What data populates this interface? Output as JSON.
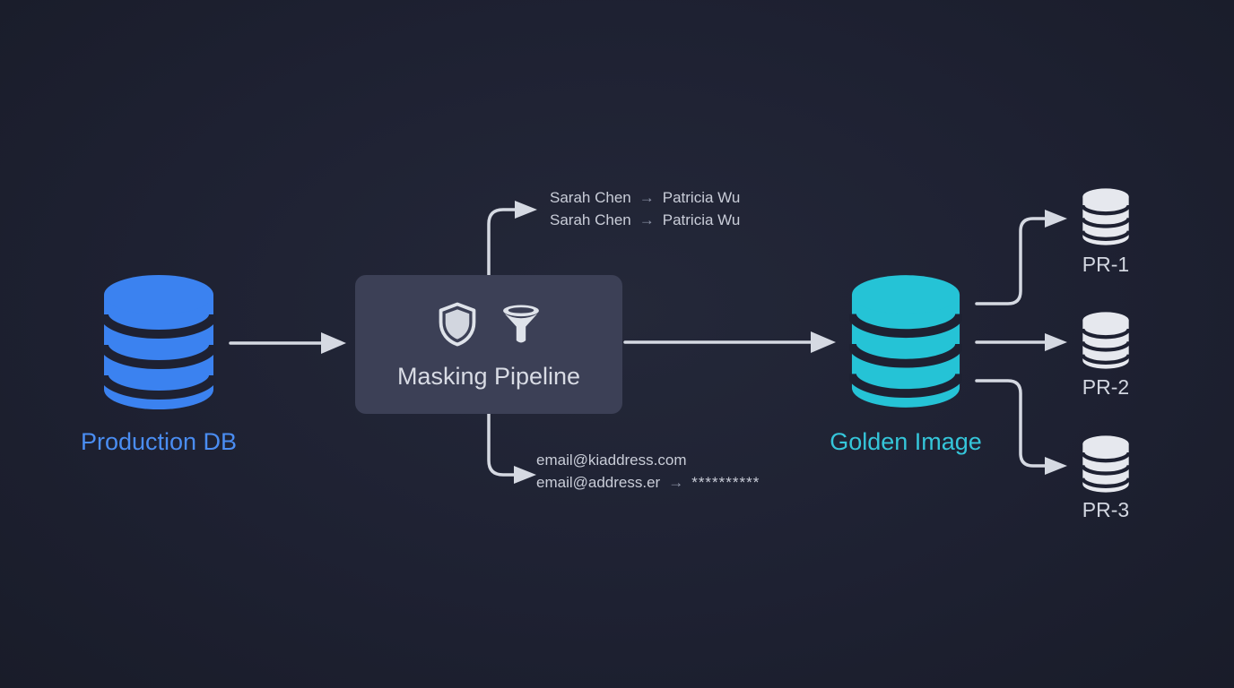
{
  "colors": {
    "background": "#1e2132",
    "production_db": "#3b82f0",
    "production_label": "#4a8df2",
    "golden_image": "#25c3d6",
    "golden_label": "#35c6da",
    "pipeline_box": "#3c4056",
    "replica_db": "#e6e8ee",
    "arrow": "#d5d9e2",
    "annotation_text": "#c9cdd8"
  },
  "nodes": {
    "production": {
      "label": "Production DB"
    },
    "pipeline": {
      "label": "Masking Pipeline"
    },
    "golden": {
      "label": "Golden Image"
    },
    "replicas": [
      {
        "label": "PR-1"
      },
      {
        "label": "PR-2"
      },
      {
        "label": "PR-3"
      }
    ]
  },
  "annotations": {
    "names": {
      "rows": [
        {
          "from": "Sarah Chen",
          "arrow": "→",
          "to": "Patricia Wu"
        },
        {
          "from": "Sarah Chen",
          "arrow": "→",
          "to": "Patricia Wu"
        }
      ]
    },
    "emails": {
      "row1": "email@kiaddress.com",
      "row2": {
        "from": "email@address.er",
        "arrow": "→",
        "to": "**********"
      }
    }
  },
  "icons": {
    "shield": "shield-icon",
    "funnel": "funnel-icon"
  }
}
